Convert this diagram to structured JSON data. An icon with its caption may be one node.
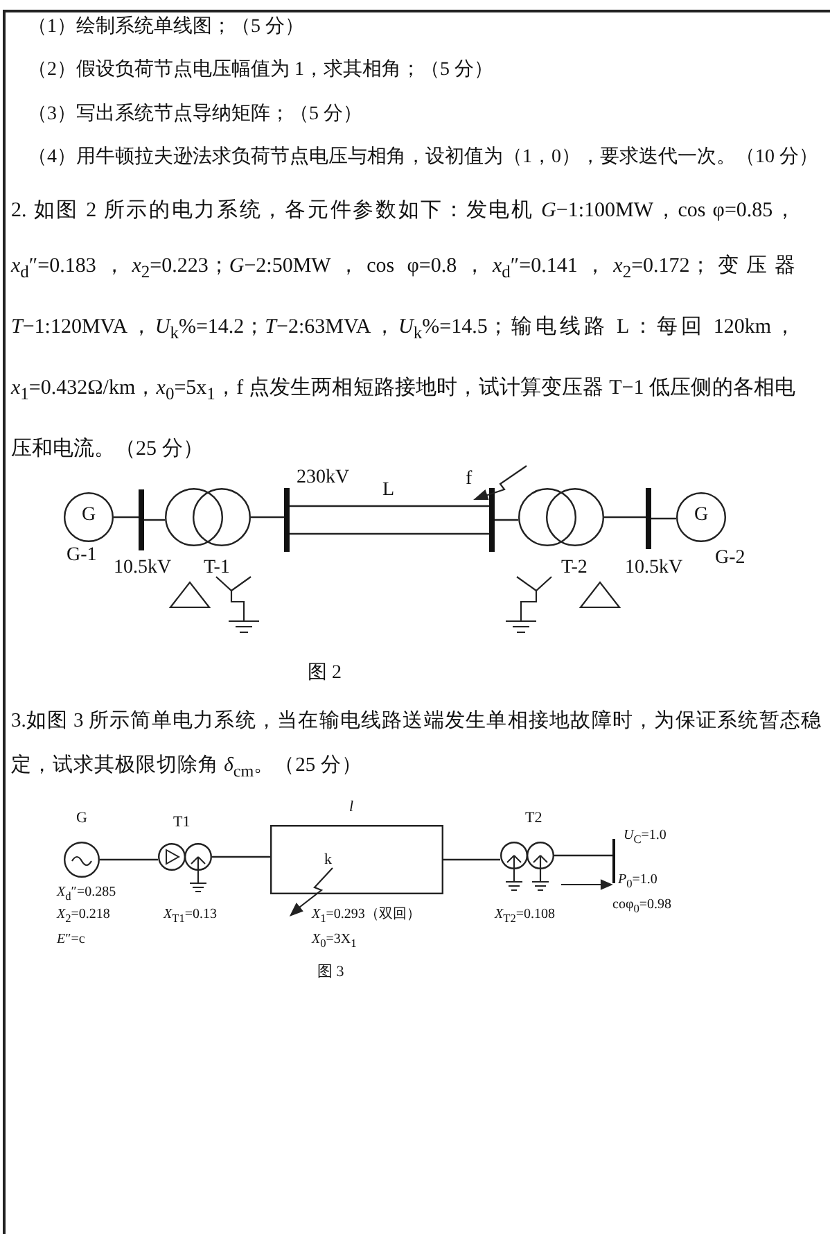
{
  "diagram": {
    "nodes": [
      {
        "text": [
          "G"
        ],
        "beside": [
          "G-1"
        ]
      },
      {
        "text": [],
        "shape": "bar",
        "beside": [
          "10.5kV"
        ]
      },
      {
        "text": [],
        "shape": "circle",
        "beside": [
          "T-1"
        ]
      },
      {
        "text": [],
        "shape": "bar",
        "beside": [
          "230kV"
        ]
      },
      {
        "text": [],
        "shape": "bar"
      },
      {
        "text": [],
        "shape": "circle",
        "beside": [
          "T-2"
        ]
      },
      {
        "text": [],
        "shape": "bar",
        "beside": [
          "10.5kV"
        ]
      },
      {
        "text": [
          "G"
        ],
        "beside": [
          "G-2"
        ]
      },
      {
        "text": [
          "G"
        ],
        "beside": [
          "*X*$_{d}$″=0.285",
          "*X*$_{2}$=0.218",
          "*E*″=c"
        ]
      },
      {
        "text": [
          "T1"
        ],
        "beside": [
          "*X*$_{T1}$=0.13"
        ]
      },
      {
        "text": [
          "*l*"
        ],
        "beside": [
          "*X*$_{1}$=0.293（双回）",
          "*X*$_{0}$=3X$_{1}$"
        ]
      },
      {
        "text": [
          "T2"
        ],
        "beside": [
          "*X*$_{T2}$=0.108"
        ]
      },
      {
        "text": [],
        "shape": "bar",
        "beside": [
          "*U*$_{C}$=1.0"
        ]
      }
    ],
    "edges": [
      {
        "from": 0,
        "to": 1,
        "arrow": "none"
      },
      {
        "from": 1,
        "to": 2,
        "arrow": "none"
      },
      {
        "from": 2,
        "to": 3,
        "arrow": "none"
      },
      {
        "from": 3,
        "to": 4,
        "arrow": "none",
        "label": "L"
      },
      {
        "from": 3,
        "to": 4,
        "arrow": "none"
      },
      {
        "from": 4,
        "to": 5,
        "arrow": "none"
      },
      {
        "from": 5,
        "to": 6,
        "arrow": "none"
      },
      {
        "from": 6,
        "to": 7,
        "arrow": "none"
      },
      {
        "from": 8,
        "to": 9,
        "arrow": "none"
      },
      {
        "from": 9,
        "to": 10,
        "arrow": "none"
      },
      {
        "from": 10,
        "to": 11,
        "arrow": "none"
      },
      {
        "from": 11,
        "to": 12,
        "arrow": "none"
      }
    ],
    "labels": [
      "（1）绘制系统单线图；（5 分）",
      "（2）假设负荷节点电压幅值为 1，求其相角；（5 分）",
      "（3）写出系统节点导纳矩阵；（5 分）",
      "（4）用牛顿拉夫逊法求负荷节点电压与相角，设初值为（1，0），要求迭代一次。（10 分）",
      "2. 如图 2 所示的电力系统，各元件参数如下：发电机 *G*−1:100MW，cos φ=0.85，*x*$_{d}$″=0.183，*x*$_{2}$=0.223；*G*−2:50MW，cos φ=0.8，*x*$_{d}$″=0.141，*x*$_{2}$=0.172；变压器 *T*−1:120MVA，*U*$_{k}$%=14.2；*T*−2:63MVA，*U*$_{k}$%=14.5；输电线路 L：每回 120km，*x*$_{1}$=0.432Ω/km，*x*$_{0}$=5x$_{1}$，f 点发生两相短路接地时，试计算变压器 T−1 低压侧的各相电压和电流。（25 分）",
      "f",
      "图 2",
      "3.如图 3 所示简单电力系统，当在输电线路送端发生单相接地故障时，为保证系统暂态稳定，试求其极限切除角 *δ*$_{cm}$。（25 分）",
      "k",
      "*P*$_{0}$=1.0",
      "coφ$_{0}$=0.98",
      "图 3"
    ]
  }
}
